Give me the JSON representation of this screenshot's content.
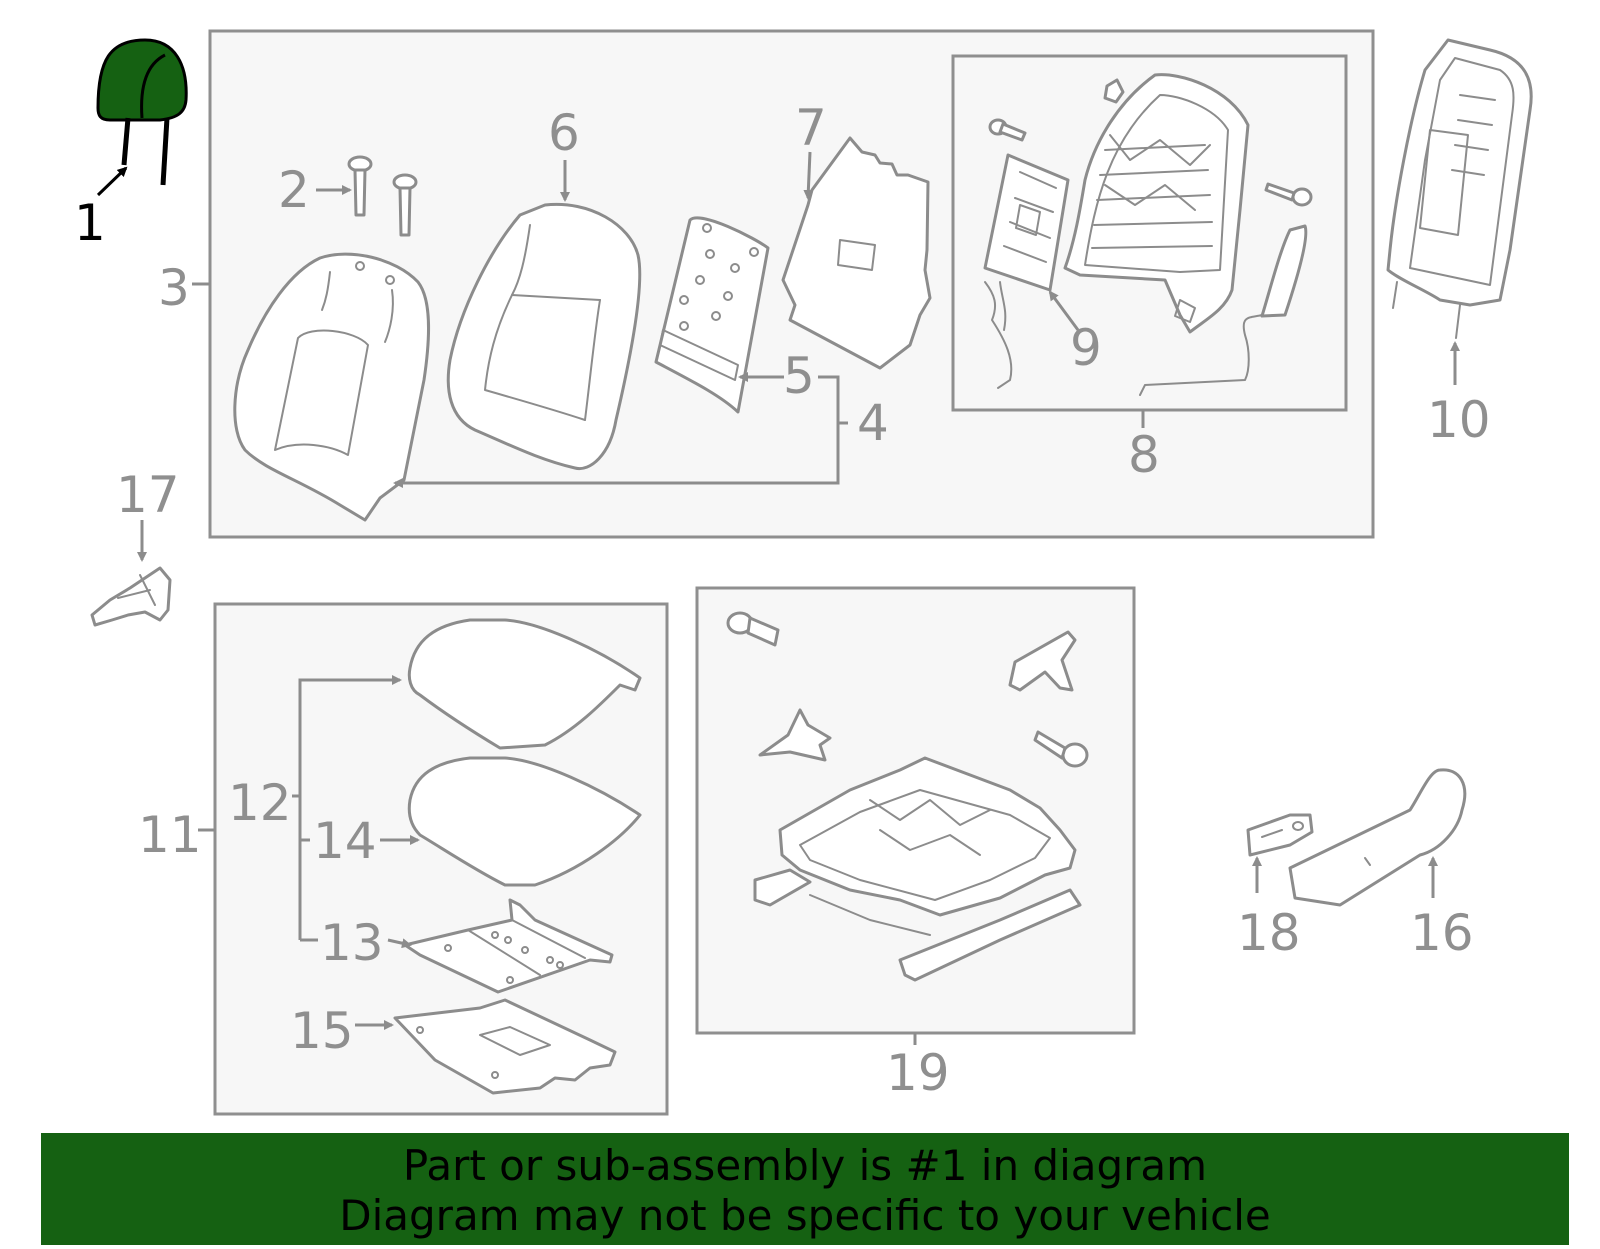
{
  "diagram": {
    "highlight_color": "#156112",
    "labels": {
      "p1": "1",
      "p2": "2",
      "p3": "3",
      "p4": "4",
      "p5": "5",
      "p6": "6",
      "p7": "7",
      "p8": "8",
      "p9": "9",
      "p10": "10",
      "p11": "11",
      "p12": "12",
      "p13": "13",
      "p14": "14",
      "p15": "15",
      "p16": "16",
      "p17": "17",
      "p18": "18",
      "p19": "19"
    }
  },
  "banner": {
    "line1": "Part or sub-assembly is #1 in diagram",
    "line2": "Diagram may not be specific to your vehicle",
    "background": "#156112"
  }
}
